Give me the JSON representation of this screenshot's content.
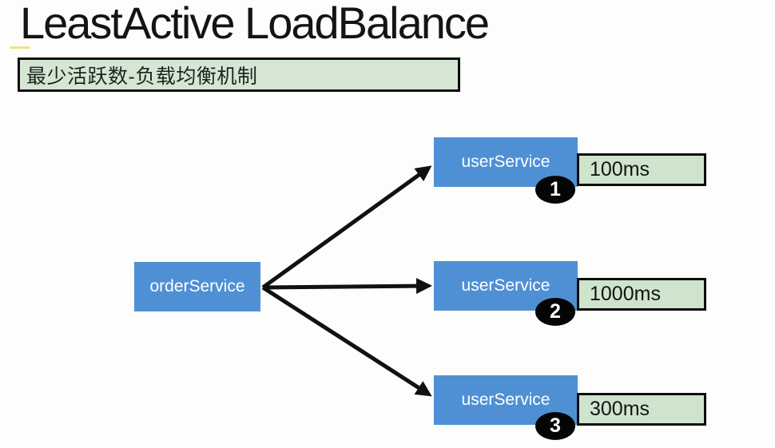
{
  "title": "LeastActive LoadBalance",
  "subtitle": "最少活跃数-负载均衡机制",
  "colors": {
    "node_blue": "#4f90d5",
    "node_text": "#ffffff",
    "label_green": "#d6e6d4",
    "latency_green": "#cfe4cd",
    "box_border": "#0d0d0d",
    "badge_black": "#050505",
    "arrow_black": "#111111"
  },
  "diagram": {
    "source": {
      "label": "orderService"
    },
    "targets": [
      {
        "label": "userService",
        "active_count": "1",
        "latency": "100ms"
      },
      {
        "label": "userService",
        "active_count": "2",
        "latency": "1000ms"
      },
      {
        "label": "userService",
        "active_count": "3",
        "latency": "300ms"
      }
    ]
  }
}
